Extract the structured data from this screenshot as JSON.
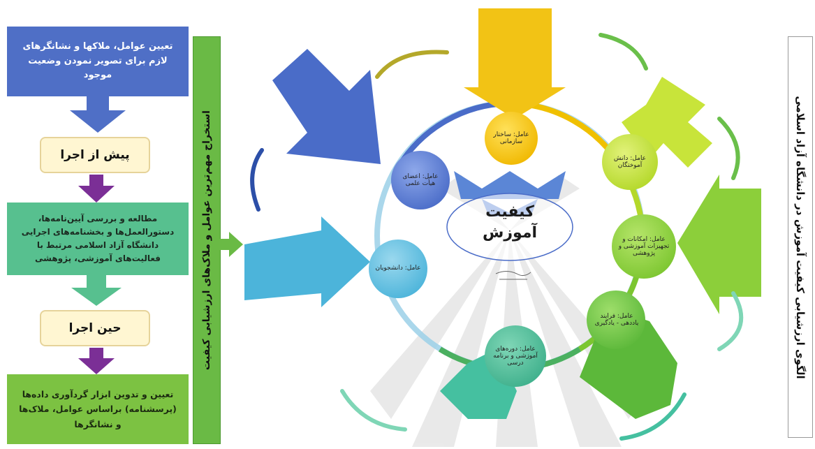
{
  "flow": {
    "step1": "تعیین عوامل، ملاکها و نشانگرهای لازم برای تصویر نمودن وضعیت موجود",
    "stage_before": "پیش از اجرا",
    "step2": "مطالعه و بررسی آیین‌نامه‌ها، دستورالعمل‌ها و بخشنامه‌های اجرایی دانشگاه آزاد اسلامی مرتبط با فعالیت‌های آموزشی، پژوهشی",
    "stage_during": "حین اجرا",
    "step3": "تعیین و تدوین ابزار گردآوری داده‌ها (پرسشنامه) براساس عوامل، ملاک‌ها و نشانگرها"
  },
  "vertical_banner": "استخراج مهم‌ترین عوامل و ملاک‌های ارزشیابی کیفیت",
  "side_title": "الگوی ارزشیابی کیفیت آموزش در دانشگاه آزاد اسلامی",
  "center": {
    "line1": "کیفیت",
    "line2": "آموزش"
  },
  "factors": [
    "عامل: ساختار سازمانی",
    "عامل: دانش آموختگان",
    "عامل: امکانات و تجهیزات آموزشی و پژوهشی",
    "عامل: فرایند یاددهی - یادگیری",
    "عامل: دوره‌های آموزشی و برنامه درسی",
    "عامل: دانشجویان",
    "عامل: اعضای هیأت علمی"
  ],
  "colors": {
    "blue": "#4a72c8",
    "yellow": "#f2c315",
    "flow_green": "#7cc242",
    "banner_green": "#6aba45",
    "teal": "#45c0a0",
    "cream": "#fff6d2",
    "purple": "#7b2f96"
  }
}
